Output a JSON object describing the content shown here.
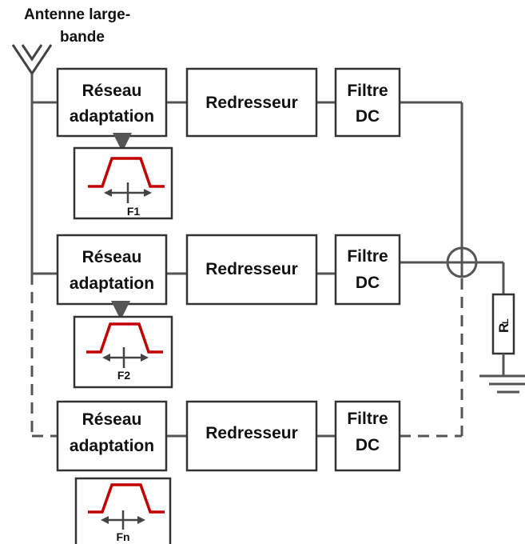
{
  "antenna": {
    "label_line1": "Antenne large-",
    "label_line2": "bande",
    "icon": "antenna-icon"
  },
  "branches": [
    {
      "matching_line1": "Réseau",
      "matching_line2": "adaptation",
      "rectifier": "Redresseur",
      "filter_line1": "Filtre",
      "filter_line2": "DC",
      "band_label": "F1"
    },
    {
      "matching_line1": "Réseau",
      "matching_line2": "adaptation",
      "rectifier": "Redresseur",
      "filter_line1": "Filtre",
      "filter_line2": "DC",
      "band_label": "F2"
    },
    {
      "matching_line1": "Réseau",
      "matching_line2": "adaptation",
      "rectifier": "Redresseur",
      "filter_line1": "Filtre",
      "filter_line2": "DC",
      "band_label": "Fn"
    }
  ],
  "load": {
    "label": "R",
    "subscript": "L"
  },
  "colors": {
    "bandpass_curve": "#c00000",
    "wire": "#555555",
    "box_border": "#333333"
  }
}
